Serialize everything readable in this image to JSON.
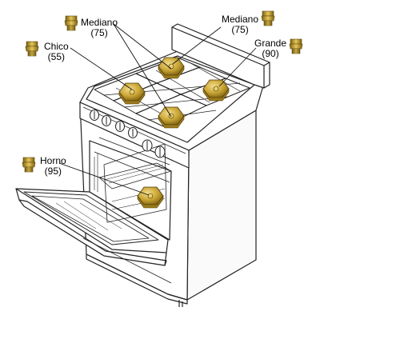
{
  "labels": {
    "mediano_left": {
      "name": "Mediano",
      "size": "(75)"
    },
    "mediano_right": {
      "name": "Mediano",
      "size": "(75)"
    },
    "chico": {
      "name": "Chico",
      "size": "(55)"
    },
    "grande": {
      "name": "Grande",
      "size": "(90)"
    },
    "horno": {
      "name": "Horno",
      "size": "(95)"
    }
  },
  "colors": {
    "brass": "#c9a536",
    "brass_dark": "#8a6d12",
    "line": "#222222"
  },
  "icons": [
    "gas-jet-icon",
    "burner-icon"
  ]
}
